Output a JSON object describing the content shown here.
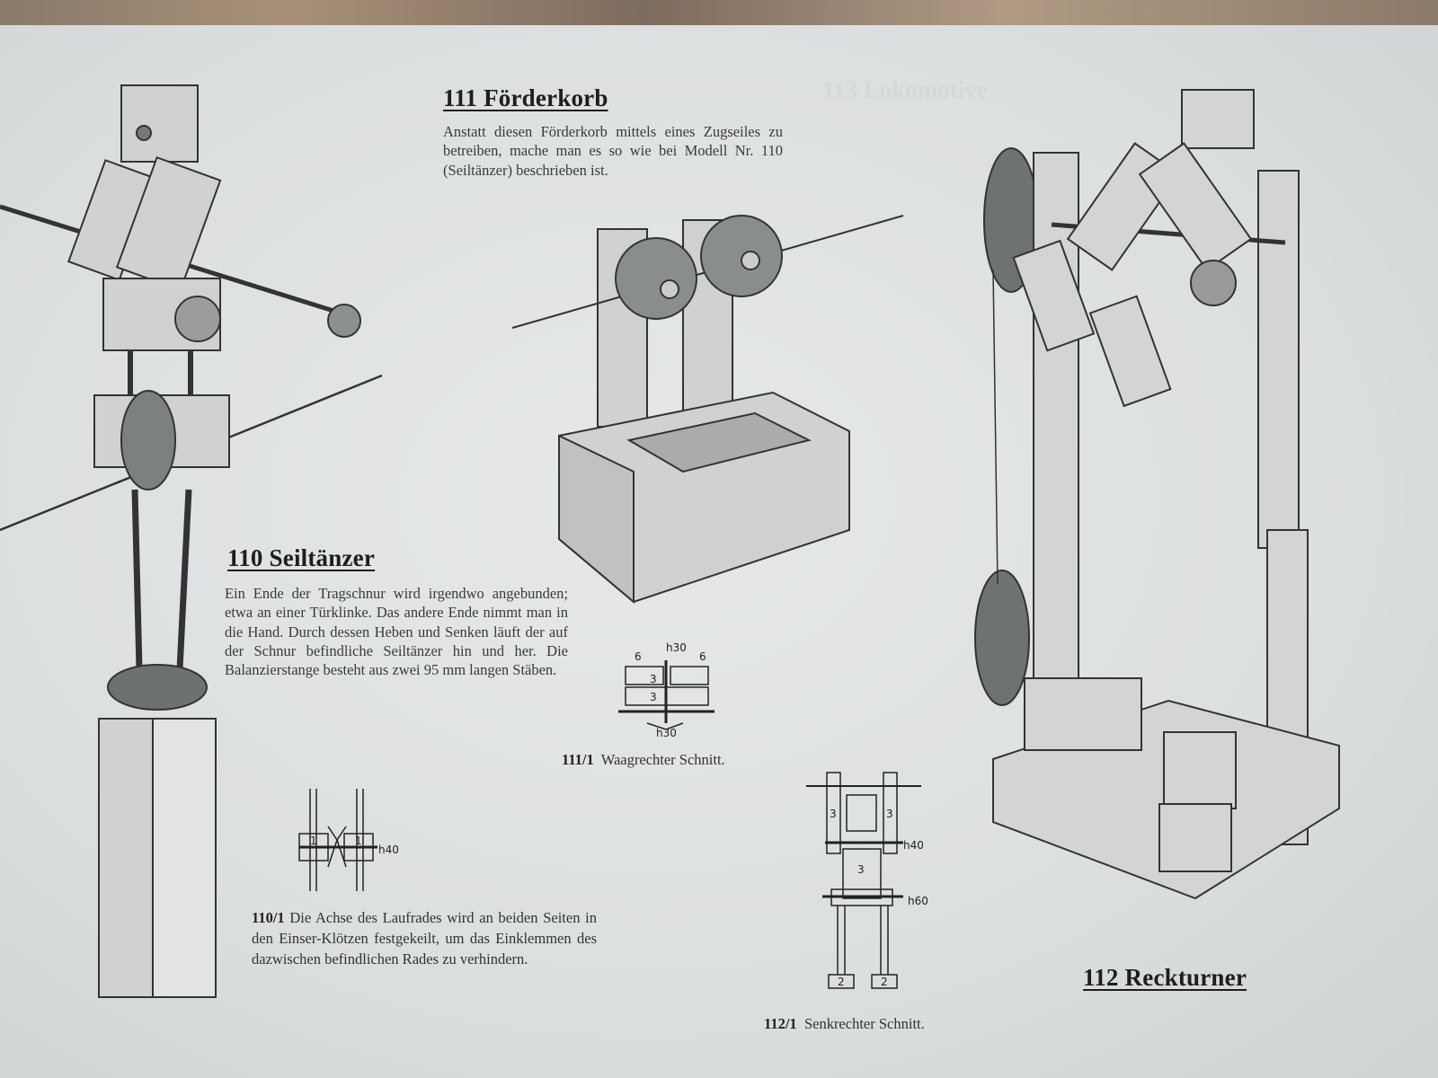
{
  "ghost_heading": "113 Lokomotive",
  "model_111": {
    "heading": "111 Förderkorb",
    "text": "Anstatt diesen Förderkorb mittels eines Zugseiles zu betreiben, mache man es so wie bei Modell Nr. 110 (Seiltänzer) beschrieben ist."
  },
  "model_110": {
    "heading": "110 Seiltänzer",
    "text": "Ein Ende der Tragschnur wird irgendwo angebunden; etwa an einer Türklinke. Das andere Ende nimmt man in die Hand. Durch dessen Heben und Senken läuft der auf der Schnur befindliche Seiltänzer hin und her. Die Balanzierstange besteht aus zwei 95  mm langen Stäben."
  },
  "figure_110_1": {
    "number": "110/1",
    "caption": "Die Achse des Laufrades wird an beiden Seiten in den Einser-Klötzen festgekeilt, um das Einklemmen des dazwischen befindlichen Rades zu verhindern.",
    "labels": {
      "block_left": "1",
      "block_right": "1",
      "axle": "h40"
    }
  },
  "figure_111_1": {
    "number": "111/1",
    "caption": "Waagrechter Schnitt.",
    "labels": {
      "left": "6",
      "top": "h30",
      "right": "6",
      "mid_top": "3",
      "mid_bottom": "3",
      "bottom": "h30"
    }
  },
  "figure_112_1": {
    "number": "112/1",
    "caption": "Senkrechter Schnitt.",
    "labels": {
      "left": "3",
      "right": "3",
      "axle_top": "h40",
      "body": "3",
      "axle_bottom": "h60",
      "foot_left": "2",
      "foot_right": "2"
    }
  },
  "model_112": {
    "heading": "112 Reckturner"
  }
}
